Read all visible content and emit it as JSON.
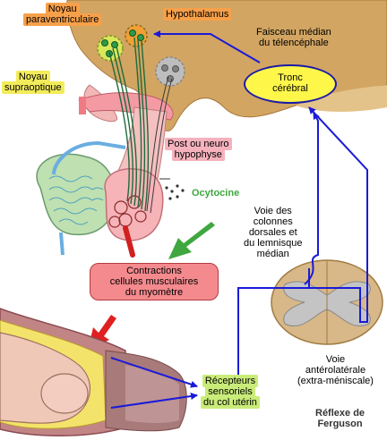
{
  "labels": {
    "noyau_paraventriculaire": [
      "Noyau",
      "paraventriculaire"
    ],
    "hypothalamus": "Hypothalamus",
    "faisceau": [
      "Faisceau médian",
      "du télencéphale"
    ],
    "noyau_supraoptique": [
      "Noyau",
      "supraoptique"
    ],
    "tronc": [
      "Tronc",
      "cérébral"
    ],
    "post_hypophyse": [
      "Post ou neuro",
      "hypophyse"
    ],
    "ocytocine": "Ocytocine",
    "voie_colonnes": [
      "Voie des",
      "colonnes",
      "dorsales et",
      "du lemnisque",
      "médian"
    ],
    "contractions": [
      "Contractions",
      "cellules musculaires",
      "du myomètre"
    ],
    "voie_anterolaterale": [
      "Voie",
      "antérolatérale",
      "(extra-méniscale)"
    ],
    "recepteurs": [
      "Récepteurs",
      "sensoriels",
      "du col utérin"
    ],
    "reflexe": [
      "Réflexe de",
      "Ferguson"
    ]
  },
  "colors": {
    "pathway": "#1a1ad8",
    "brain": "#d2a562",
    "highlight_orange": "#f7a04a",
    "highlight_yellow": "#f3ec5a",
    "highlight_pink": "#f5b2bd",
    "highlight_green": "#c9ec79",
    "box_red": "#f48a8e",
    "arrow_green": "#3fa640",
    "arrow_red": "#e02020"
  }
}
